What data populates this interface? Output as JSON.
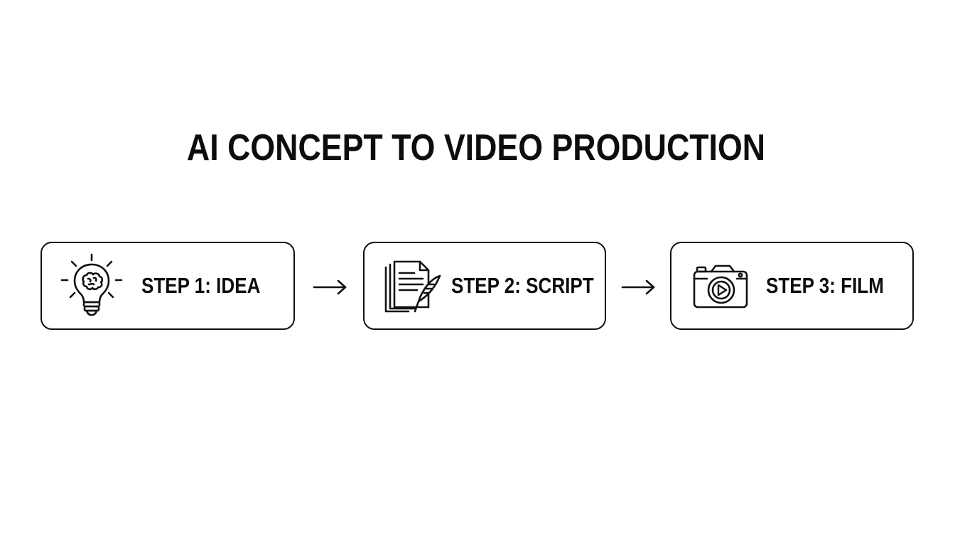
{
  "title": "AI CONCEPT TO VIDEO PRODUCTION",
  "steps": [
    {
      "label": "STEP 1: IDEA",
      "icon": "lightbulb-brain-icon"
    },
    {
      "label": "STEP 2: SCRIPT",
      "icon": "document-quill-icon"
    },
    {
      "label": "STEP 3: FILM",
      "icon": "camera-play-icon"
    }
  ],
  "colors": {
    "ink": "#111111",
    "background": "#ffffff"
  }
}
